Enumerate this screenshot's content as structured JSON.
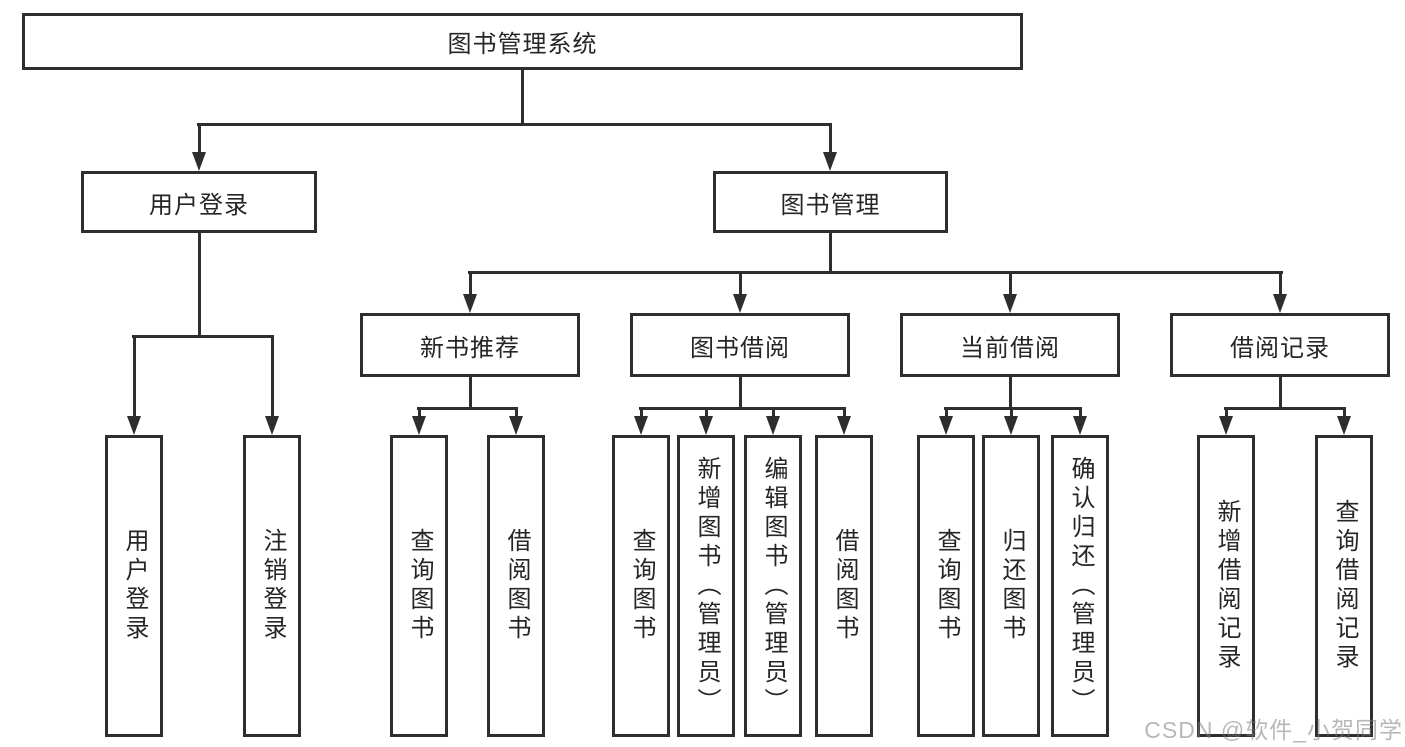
{
  "diagram": {
    "title": "图书管理系统",
    "watermark": "CSDN @软件_小贺同学",
    "line_color": "#2e2e2e",
    "background_color": "#ffffff",
    "nodes": {
      "root": {
        "label": "图书管理系统"
      },
      "user_login": {
        "label": "用户登录"
      },
      "book_mgmt": {
        "label": "图书管理"
      },
      "new_book_rec": {
        "label": "新书推荐"
      },
      "book_borrow": {
        "label": "图书借阅"
      },
      "current_borrow": {
        "label": "当前借阅"
      },
      "borrow_record": {
        "label": "借阅记录"
      },
      "leaf_user_login": {
        "label": "用户登录"
      },
      "leaf_logout": {
        "label": "注销登录"
      },
      "leaf_nb_query": {
        "label": "查询图书"
      },
      "leaf_nb_borrow": {
        "label": "借阅图书"
      },
      "leaf_bb_query": {
        "label": "查询图书"
      },
      "leaf_bb_add": {
        "label": "新增图书（管理员）"
      },
      "leaf_bb_edit": {
        "label": "编辑图书（管理员）"
      },
      "leaf_bb_borrow": {
        "label": "借阅图书"
      },
      "leaf_cb_query": {
        "label": "查询图书"
      },
      "leaf_cb_return": {
        "label": "归还图书"
      },
      "leaf_cb_confirm": {
        "label": "确认归还（管理员）"
      },
      "leaf_br_add": {
        "label": "新增借阅记录"
      },
      "leaf_br_query": {
        "label": "查询借阅记录"
      }
    },
    "structure": {
      "root": "图书管理系统",
      "children": [
        {
          "label": "用户登录",
          "children": [
            "用户登录",
            "注销登录"
          ]
        },
        {
          "label": "图书管理",
          "children": [
            {
              "label": "新书推荐",
              "children": [
                "查询图书",
                "借阅图书"
              ]
            },
            {
              "label": "图书借阅",
              "children": [
                "查询图书",
                "新增图书（管理员）",
                "编辑图书（管理员）",
                "借阅图书"
              ]
            },
            {
              "label": "当前借阅",
              "children": [
                "查询图书",
                "归还图书",
                "确认归还（管理员）"
              ]
            },
            {
              "label": "借阅记录",
              "children": [
                "新增借阅记录",
                "查询借阅记录"
              ]
            }
          ]
        }
      ]
    }
  }
}
